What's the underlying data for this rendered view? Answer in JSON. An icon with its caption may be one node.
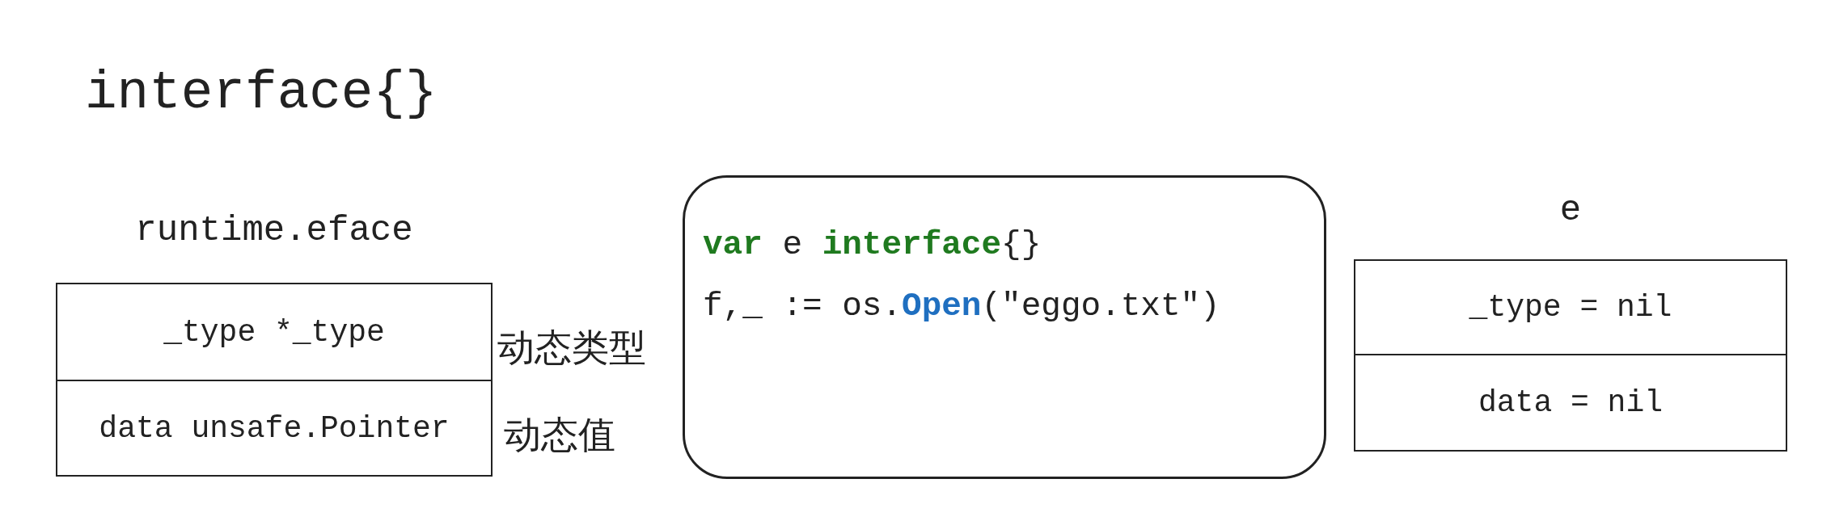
{
  "diagram": {
    "title": "interface{}",
    "nodes": [
      {
        "text": [
          "runtime.eface",
          "_type *_type",
          "data unsafe.Pointer"
        ],
        "beside": [
          "动态类型",
          "动态值"
        ]
      },
      {
        "text": [
          "**var** e **interface**{}",
          "f,_ := os.**Open**(\"eggo.txt\")"
        ]
      },
      {
        "text": [
          "e",
          "_type = nil",
          "data = nil"
        ]
      }
    ]
  }
}
